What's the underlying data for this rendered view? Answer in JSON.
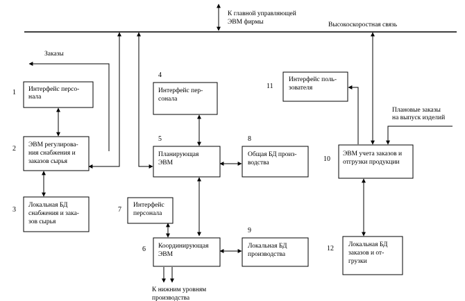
{
  "labels": {
    "bus_top_1": "К главной управляющей",
    "bus_top_2": "ЭВМ фирмы",
    "bus_right": "Высокоскоростная связь",
    "orders": "Заказы",
    "plan_orders_1": "Плановые заказы",
    "plan_orders_2": "на выпуск изделий",
    "lower_1": "К нижним уровням",
    "lower_2": "производства"
  },
  "boxes": [
    {
      "num": "1",
      "lines": [
        "Интерфейс персо-",
        "нала"
      ]
    },
    {
      "num": "2",
      "lines": [
        "ЭВМ регулирова-",
        "ния снабжения и",
        "заказов сырья"
      ]
    },
    {
      "num": "3",
      "lines": [
        "Локальная БД",
        "снабжения и зака-",
        "зов сырья"
      ]
    },
    {
      "num": "4",
      "lines": [
        "Интерфейс пер-",
        "сонала"
      ]
    },
    {
      "num": "5",
      "lines": [
        "Планирующая",
        "ЭВМ"
      ]
    },
    {
      "num": "6",
      "lines": [
        "Координирующая",
        "ЭВМ"
      ]
    },
    {
      "num": "7",
      "lines": [
        "Интерфейс",
        "персонала"
      ]
    },
    {
      "num": "8",
      "lines": [
        "Общая БД произ-",
        "водства"
      ]
    },
    {
      "num": "9",
      "lines": [
        "Локальная БД",
        "производства"
      ]
    },
    {
      "num": "10",
      "lines": [
        "ЭВМ учета заказов и",
        "отгрузки продукции"
      ]
    },
    {
      "num": "11",
      "lines": [
        "Интерфейс поль-",
        "зователя"
      ]
    },
    {
      "num": "12",
      "lines": [
        "Локальная БД",
        "заказов и от-",
        "грузки"
      ]
    }
  ]
}
